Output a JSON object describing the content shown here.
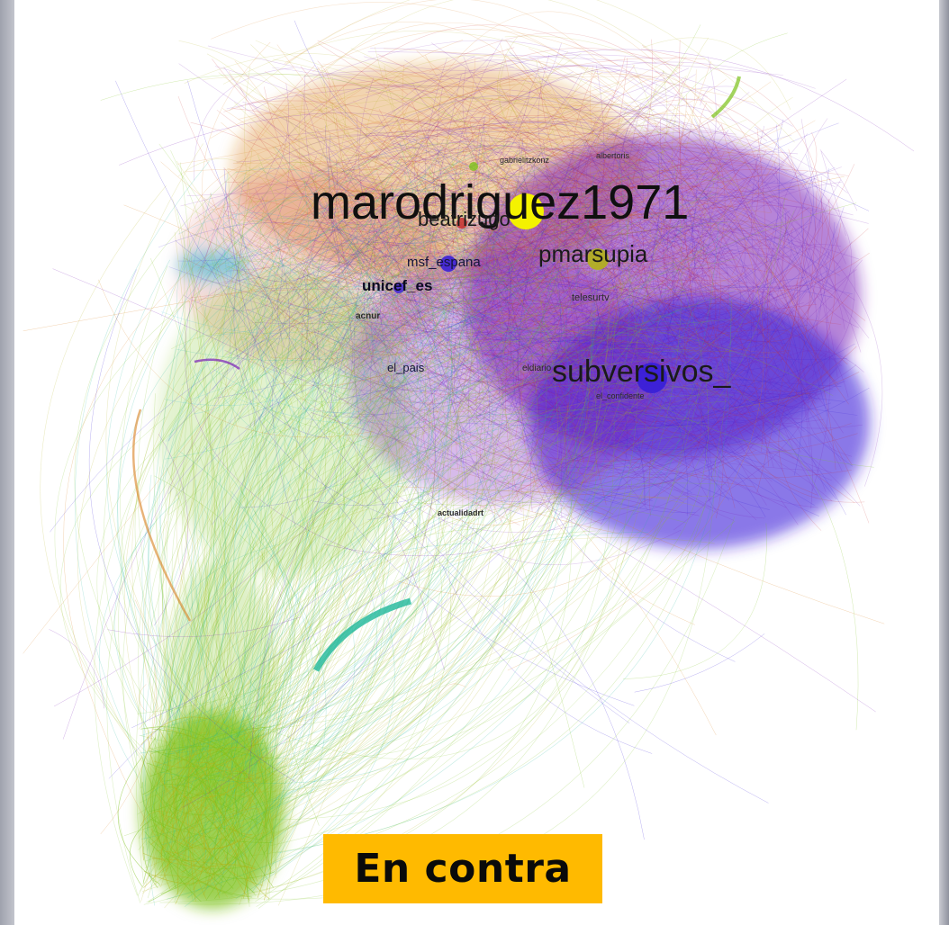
{
  "graph": {
    "hub_labels": [
      "marodriguez1971",
      "subversivos_",
      "pmarsupia"
    ],
    "node_labels": [
      "beatrizugo",
      "msf_espana",
      "unicef_es",
      "telesurtv",
      "el_pais",
      "eldiario",
      "acnur",
      "actualidadrt",
      "albertoris",
      "gabrielitzkonz",
      "el_confidente"
    ],
    "colors": {
      "hub_yellow": "#f4f200",
      "purple": "#7a1fb8",
      "blue": "#3a20d8",
      "green": "#7cc21a",
      "teal": "#1fb89a",
      "orange": "#d9801f",
      "red": "#c72f2f",
      "cyan": "#2ab8d8",
      "olive": "#b3b31a"
    }
  },
  "verdict": {
    "text": "En contra",
    "background": "#ffba00"
  }
}
